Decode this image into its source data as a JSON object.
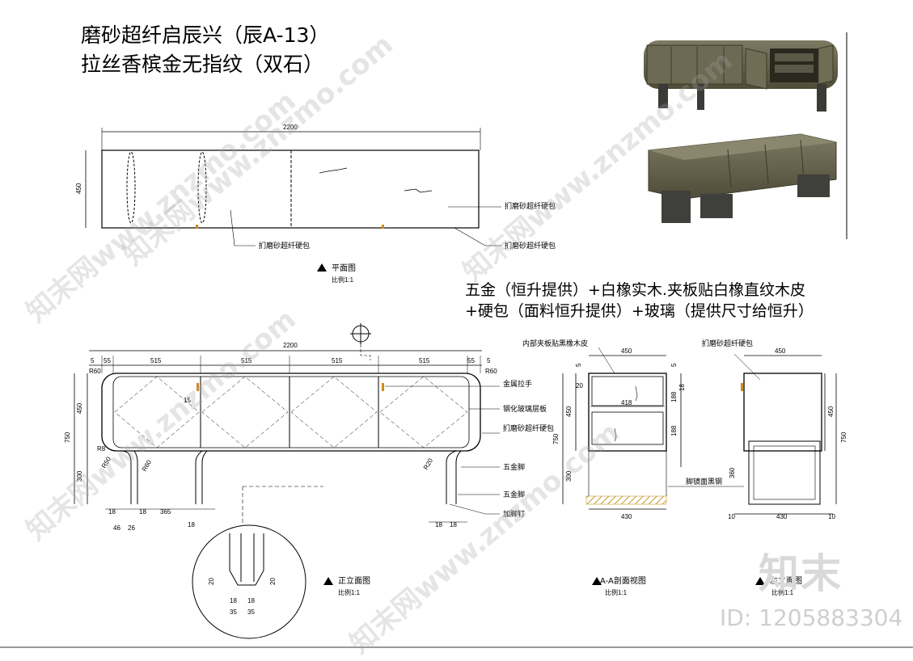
{
  "header": {
    "title_line1": "磨砂超纤启辰兴（辰A-13）",
    "title_line2": "拉丝香槟金无指纹（双石）"
  },
  "note": {
    "line1": "五金（恒升提供）+白橡实木.夹板贴白橡直纹木皮",
    "line2": "+硬包（面料恒升提供）+玻璃（提供尺寸给恒升）"
  },
  "plan": {
    "width_dim": "2200",
    "depth_dim": "450",
    "label_a": "扪磨砂超纤硬包",
    "label_b": "扪磨砂超纤硬包",
    "label_c": "扪磨砂超纤硬包",
    "view_title": "平面图",
    "scale": "比例1:1"
  },
  "elevation": {
    "total_dim": "2200",
    "seg_dims": [
      "55",
      "515",
      "515",
      "515",
      "515",
      "55"
    ],
    "end_dims": [
      "5",
      "5"
    ],
    "r_left": "R60",
    "r_right": "R60",
    "h_dims": [
      "450",
      "750",
      "300"
    ],
    "r_small": [
      "R8",
      "R50",
      "R60",
      "R20"
    ],
    "handle_dim": "15",
    "leg_dims": [
      "18",
      "18",
      "365",
      "18",
      "46",
      "26"
    ],
    "leg_dims_r": [
      "18",
      "18"
    ],
    "label_handle": "金属拉手",
    "label_glass": "钢化玻璃层板",
    "label_panel": "扪磨砂超纤硬包",
    "label_leg1": "五金脚",
    "label_leg2": "五金脚",
    "label_nail": "加脚钉",
    "detail_dims": [
      "20",
      "20",
      "18",
      "18",
      "35",
      "35"
    ],
    "view_title": "正立面图",
    "scale": "比例1:1"
  },
  "section": {
    "label_top": "内部夹板贴黑橡木皮",
    "width_dim": "450",
    "inner_dim": "418",
    "bottom_dim": "430",
    "h_dims": [
      "450",
      "750",
      "300",
      "5",
      "20",
      "188",
      "18",
      "188",
      "5"
    ],
    "label_mirror": "脚镜面黑钢",
    "view_title": "A-A剖面视图",
    "scale": "比例1:1"
  },
  "side": {
    "label_top": "扪磨砂超纤硬包",
    "width_dim": "450",
    "h_dims": [
      "450",
      "750",
      "360"
    ],
    "bottom_dims": [
      "10",
      "430",
      "10"
    ],
    "view_title": "左立面图",
    "scale": "比例1:1"
  },
  "watermark": {
    "text": "知末网www.znzmo.com",
    "brand": "知末",
    "id": "ID: 1205883304"
  },
  "colors": {
    "line": "#000000",
    "accent": "#d08a1c",
    "hatch": "#c79a2e",
    "leather": "#5b5840"
  }
}
